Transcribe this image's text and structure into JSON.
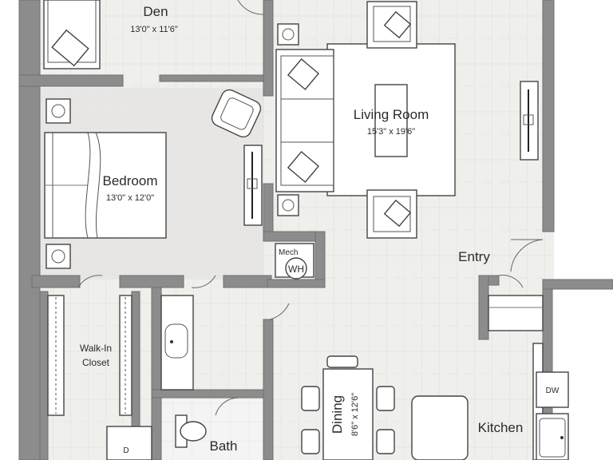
{
  "rooms": {
    "den": {
      "name": "Den",
      "dims": "13'0\" x 11'6\""
    },
    "living": {
      "name": "Living Room",
      "dims": "15'3\" x 19'6\""
    },
    "bedroom": {
      "name": "Bedroom",
      "dims": "13'0\" x 12'0\""
    },
    "entry": {
      "name": "Entry"
    },
    "closet": {
      "name_line1": "Walk-In",
      "name_line2": "Closet"
    },
    "bath": {
      "name": "Bath"
    },
    "dining": {
      "name": "Dining",
      "dims": "8'6\" x 12'6\""
    },
    "kitchen": {
      "name": "Kitchen"
    }
  },
  "fixtures": {
    "mech": "Mech",
    "water_heater": "WH",
    "dishwasher": "DW",
    "dryer": "D"
  },
  "colors": {
    "wall": "#8c8c8c",
    "floor_wood": "#ededea",
    "floor_line": "#dcdcd8",
    "carpet": "#e8e6e4",
    "tile": "#f2f2f2"
  }
}
